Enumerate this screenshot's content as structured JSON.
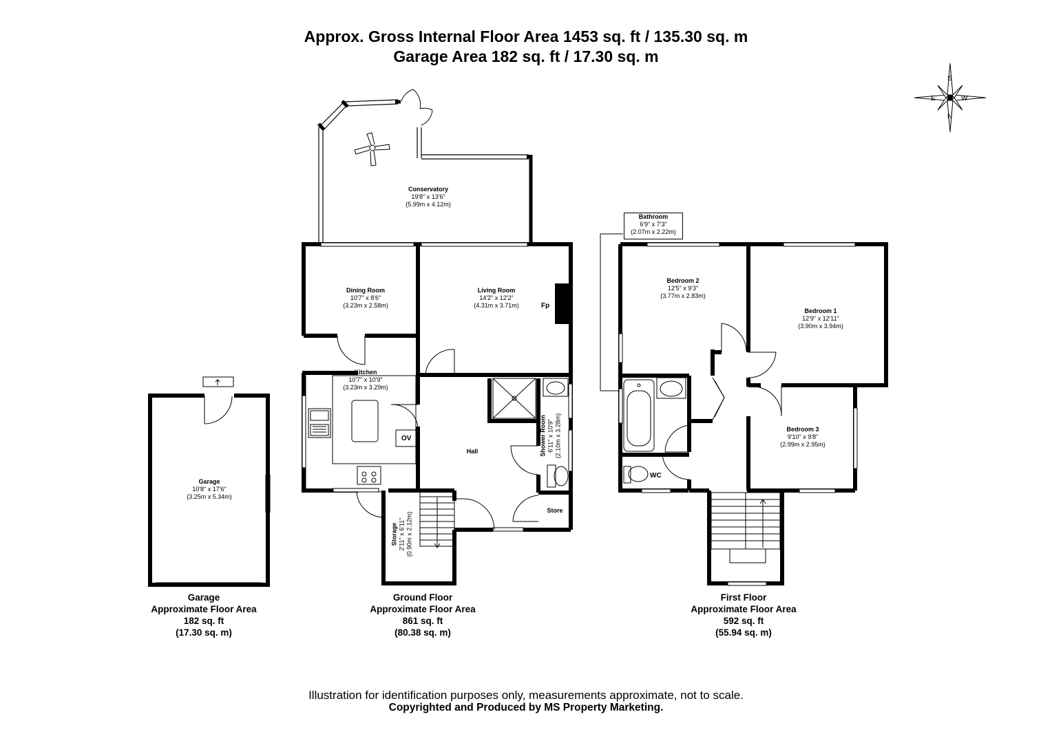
{
  "header": {
    "line1": "Approx. Gross Internal Floor Area 1453 sq. ft / 135.30 sq. m",
    "line2": "Garage Area 182 sq. ft / 17.30 sq. m"
  },
  "compass": {
    "s": "S",
    "e": "E",
    "w": "W",
    "n": "N"
  },
  "rooms": {
    "conservatory": {
      "name": "Conservatory",
      "imperial": "19'8\" x 13'6\"",
      "metric": "(5.99m x 4.12m)"
    },
    "dining": {
      "name": "Dining Room",
      "imperial": "10'7\" x 8'6\"",
      "metric": "(3.23m x 2.58m)"
    },
    "living": {
      "name": "Living Room",
      "imperial": "14'2\" x 12'2\"",
      "metric": "(4.31m x 3.71m)"
    },
    "kitchen": {
      "name": "Kitchen",
      "imperial": "10'7\" x 10'9\"",
      "metric": "(3.23m x 3.29m)"
    },
    "hall": {
      "name": "Hall"
    },
    "shower": {
      "name": "Shower Room",
      "imperial": "6'11\" x 10'9\"",
      "metric": "(2.10m x 3.28m)"
    },
    "storage": {
      "name": "Storage",
      "imperial": "2'11\" x 6'11\"",
      "metric": "(0.90m x 2.12m)"
    },
    "store": {
      "name": "Store"
    },
    "garage": {
      "name": "Garage",
      "imperial": "10'8\" x 17'6\"",
      "metric": "(3.25m x 5.34m)"
    },
    "bathroom": {
      "name": "Bathroom",
      "imperial": "6'9\" x 7'3\"",
      "metric": "(2.07m x 2.22m)"
    },
    "bedroom2": {
      "name": "Bedroom 2",
      "imperial": "12'5\" x 9'3\"",
      "metric": "(3.77m x 2.83m)"
    },
    "bedroom1": {
      "name": "Bedroom 1",
      "imperial": "12'9\" x 12'11\"",
      "metric": "(3.90m x 3.94m)"
    },
    "bedroom3": {
      "name": "Bedroom 3",
      "imperial": "9'10\" x 9'8\"",
      "metric": "(2.99m x 2.95m)"
    },
    "wc": {
      "name": "WC"
    }
  },
  "tags": {
    "fp": "Fp",
    "ov": "OV"
  },
  "floors": {
    "garage": {
      "title": "Garage",
      "sub": "Approximate Floor Area",
      "sqft": "182 sq. ft",
      "sqm": "(17.30 sq. m)"
    },
    "ground": {
      "title": "Ground Floor",
      "sub": "Approximate Floor Area",
      "sqft": "861 sq. ft",
      "sqm": "(80.38 sq. m)"
    },
    "first": {
      "title": "First Floor",
      "sub": "Approximate Floor Area",
      "sqft": "592 sq. ft",
      "sqm": "(55.94 sq. m)"
    }
  },
  "footer": {
    "disclaimer": "Illustration for identification purposes only, measurements approximate, not to scale.",
    "copyright": "Copyrighted and Produced by MS Property Marketing."
  }
}
